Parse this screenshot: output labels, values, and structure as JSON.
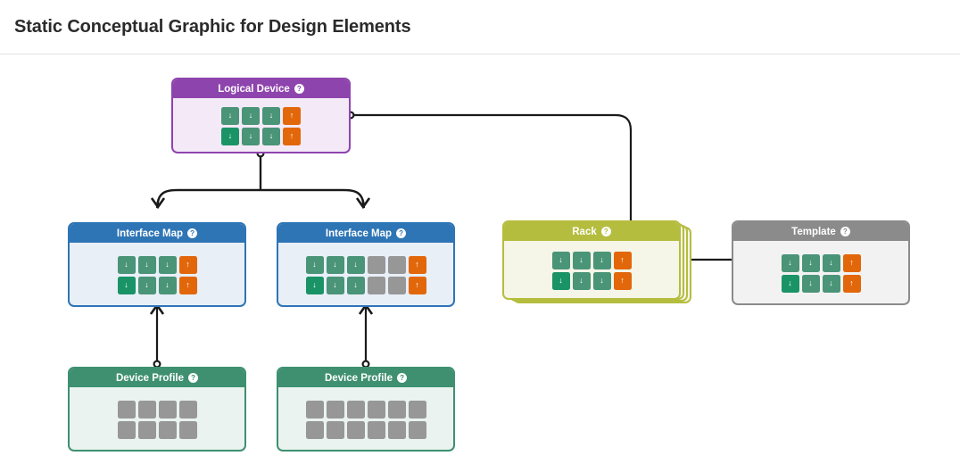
{
  "header": {
    "title": "Static Conceptual Graphic for Design Elements"
  },
  "help_glyph": "?",
  "arrow_down": "↓",
  "arrow_up": "↑",
  "colors": {
    "logical_device": "#8e44ad",
    "interface_map": "#2e75b6",
    "device_profile": "#3e9070",
    "rack": "#b5bd3e",
    "template": "#8b8b8b",
    "port_green_light": "#4a9478",
    "port_green_dark": "#1a9467",
    "port_orange": "#e2670a",
    "port_gray": "#979797",
    "connector": "#1a1a1a",
    "title_text": "#2b2b2b",
    "divider": "#e3e3e3"
  },
  "nodes": {
    "logical_device": {
      "label": "Logical Device",
      "columns": 4,
      "rows": [
        [
          "green-light-down",
          "green-light-down",
          "green-light-down",
          "orange-up"
        ],
        [
          "green-dark-down",
          "green-light-down",
          "green-light-down",
          "orange-up"
        ]
      ]
    },
    "interface_map_left": {
      "label": "Interface Map",
      "columns": 4,
      "rows": [
        [
          "green-light-down",
          "green-light-down",
          "green-light-down",
          "orange-up"
        ],
        [
          "green-dark-down",
          "green-light-down",
          "green-light-down",
          "orange-up"
        ]
      ]
    },
    "interface_map_right": {
      "label": "Interface Map",
      "columns": 6,
      "rows": [
        [
          "green-light-down",
          "green-light-down",
          "green-light-down",
          "gray-blank",
          "gray-blank",
          "orange-up"
        ],
        [
          "green-dark-down",
          "green-light-down",
          "green-light-down",
          "gray-blank",
          "gray-blank",
          "orange-up"
        ]
      ]
    },
    "device_profile_left": {
      "label": "Device Profile",
      "columns": 4,
      "rows": [
        [
          "gray-blank",
          "gray-blank",
          "gray-blank",
          "gray-blank"
        ],
        [
          "gray-blank",
          "gray-blank",
          "gray-blank",
          "gray-blank"
        ]
      ]
    },
    "device_profile_right": {
      "label": "Device Profile",
      "columns": 6,
      "rows": [
        [
          "gray-blank",
          "gray-blank",
          "gray-blank",
          "gray-blank",
          "gray-blank",
          "gray-blank"
        ],
        [
          "gray-blank",
          "gray-blank",
          "gray-blank",
          "gray-blank",
          "gray-blank",
          "gray-blank"
        ]
      ]
    },
    "rack": {
      "label": "Rack",
      "columns": 4,
      "stack_layers": 3,
      "rows": [
        [
          "green-light-down",
          "green-light-down",
          "green-light-down",
          "orange-up"
        ],
        [
          "green-dark-down",
          "green-light-down",
          "green-light-down",
          "orange-up"
        ]
      ]
    },
    "template": {
      "label": "Template",
      "columns": 4,
      "rows": [
        [
          "green-light-down",
          "green-light-down",
          "green-light-down",
          "orange-up"
        ],
        [
          "green-dark-down",
          "green-light-down",
          "green-light-down",
          "orange-up"
        ]
      ]
    }
  },
  "connectors": [
    {
      "name": "logical-device-to-interface-maps",
      "from": "logical_device",
      "to": "interface_map_left,interface_map_right"
    },
    {
      "name": "logical-device-to-rack",
      "from": "logical_device",
      "to": "rack"
    },
    {
      "name": "device-profile-left-to-interface-map-left",
      "from": "device_profile_left",
      "to": "interface_map_left"
    },
    {
      "name": "device-profile-right-to-interface-map-right",
      "from": "device_profile_right",
      "to": "interface_map_right"
    },
    {
      "name": "rack-to-template",
      "from": "rack",
      "to": "template"
    }
  ]
}
